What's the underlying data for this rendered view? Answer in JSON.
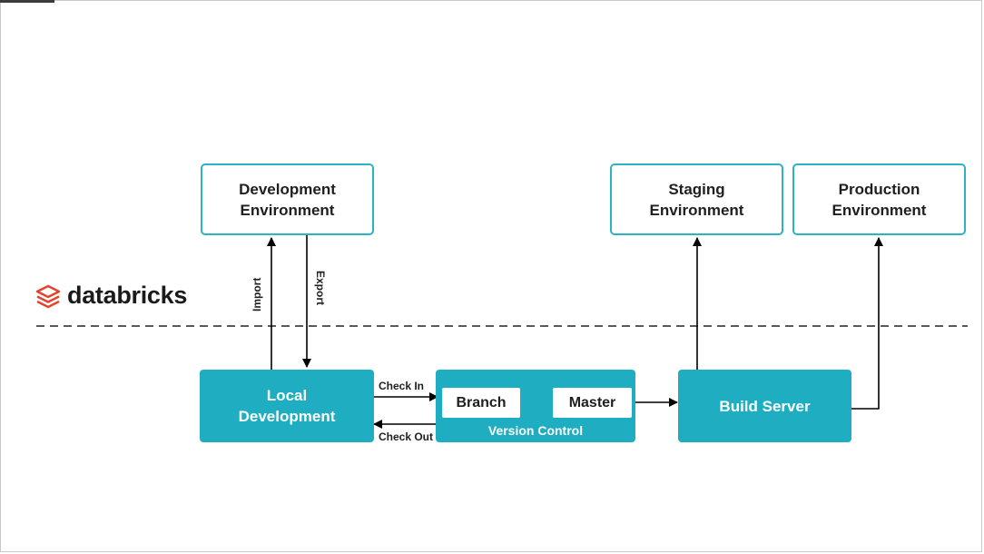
{
  "logo": {
    "text": "databricks",
    "icon": "databricks-stack-icon",
    "color": "#e5432d"
  },
  "boxes": {
    "dev_env": "Development\nEnvironment",
    "staging_env": "Staging\nEnvironment",
    "production_env": "Production\nEnvironment",
    "local_dev": "Local\nDevelopment",
    "branch": "Branch",
    "master": "Master",
    "version_control": "Version Control",
    "build_server": "Build Server"
  },
  "edges": {
    "import": "Import",
    "export": "Export",
    "check_in": "Check In",
    "check_out": "Check Out"
  },
  "colors": {
    "accent": "#1faec1",
    "outline": "#2bb3c4",
    "line": "#000000"
  }
}
